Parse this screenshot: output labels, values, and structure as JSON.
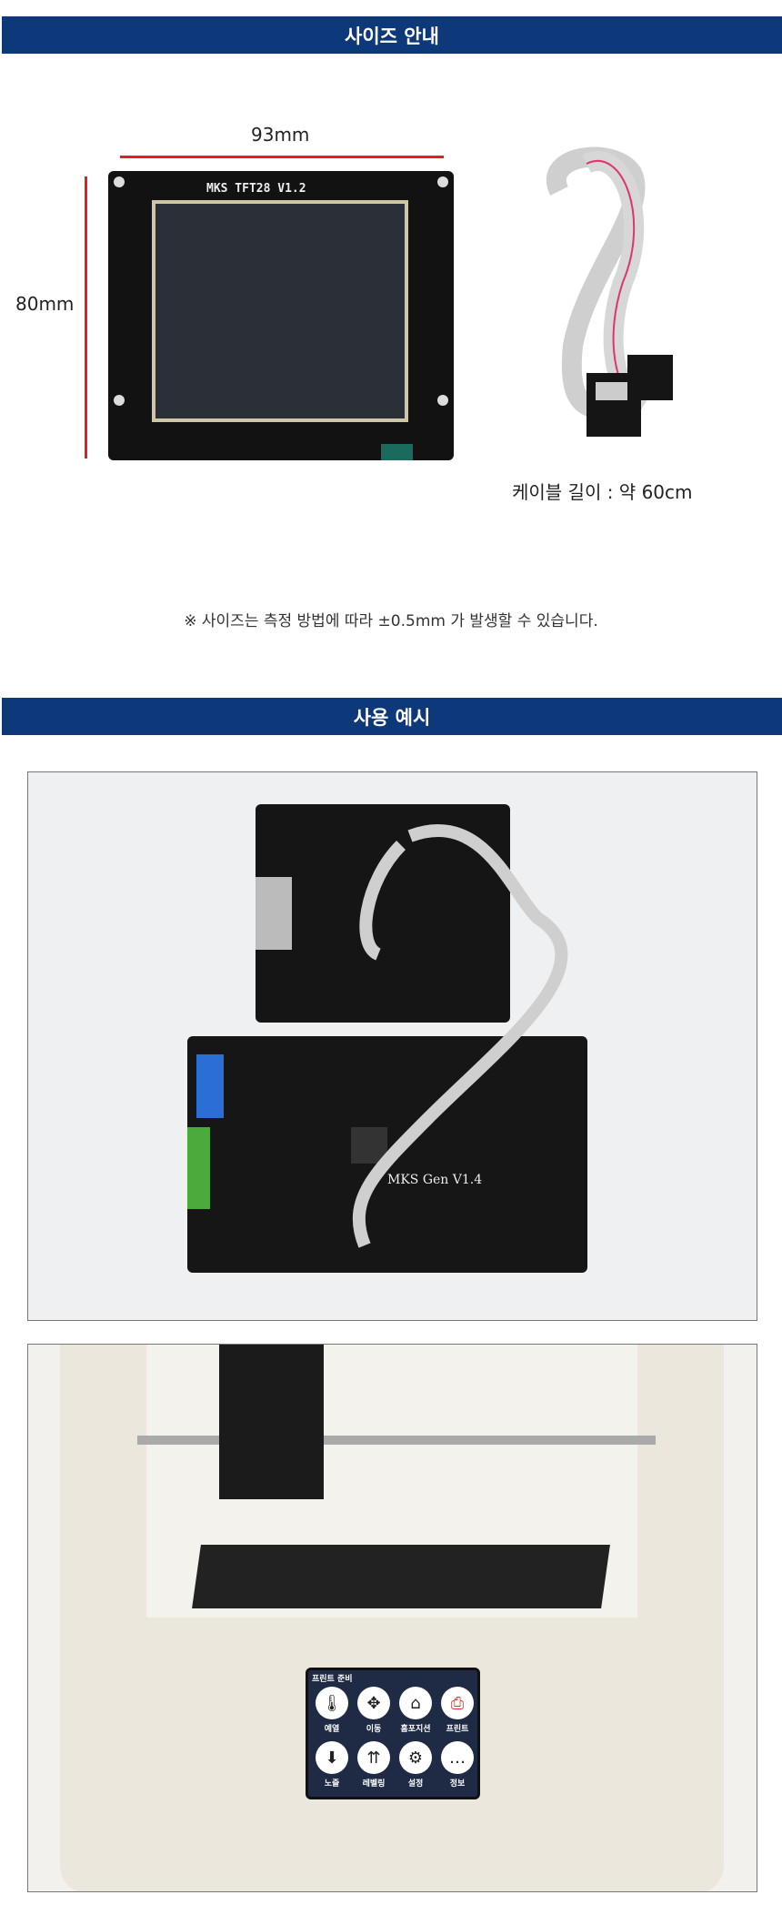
{
  "section1": {
    "title": "사이즈 안내",
    "width_label": "93mm",
    "height_label": "80mm",
    "board_label": "MKS TFT28 V1.2",
    "cable_length": "케이블 길이 : 약 60cm",
    "note": "※ 사이즈는 측정 방법에 따라 ±0.5mm 가 발생할 수 있습니다."
  },
  "section2": {
    "title": "사용 예시",
    "board_label": "MKS Gen V1.4",
    "lcd": {
      "title": "프린트 준비",
      "items": [
        {
          "label": "예열",
          "icon": "thermometer-icon",
          "glyph": "🌡"
        },
        {
          "label": "이동",
          "icon": "move-icon",
          "glyph": "✥"
        },
        {
          "label": "홈포지션",
          "icon": "home-icon",
          "glyph": "⌂"
        },
        {
          "label": "프린트",
          "icon": "printer-icon",
          "glyph": "⎙"
        },
        {
          "label": "노즐",
          "icon": "nozzle-icon",
          "glyph": "⬇"
        },
        {
          "label": "레벨링",
          "icon": "leveling-icon",
          "glyph": "⇈"
        },
        {
          "label": "설정",
          "icon": "gear-icon",
          "glyph": "⚙"
        },
        {
          "label": "정보",
          "icon": "chat-icon",
          "glyph": "…"
        }
      ]
    }
  },
  "colors": {
    "header": "#0d3879",
    "arrow": "#e3201b"
  }
}
